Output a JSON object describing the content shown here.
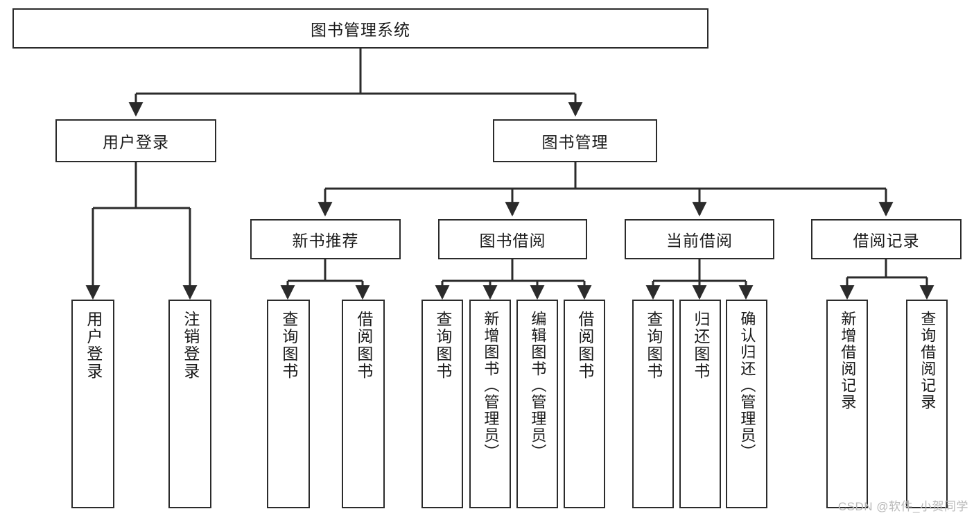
{
  "diagram": {
    "type": "tree-hierarchy",
    "title": "图书管理系统",
    "root": {
      "id": "root",
      "label": "图书管理系统",
      "orientation": "horizontal"
    },
    "level1": [
      {
        "id": "user-login",
        "label": "用户登录",
        "orientation": "horizontal"
      },
      {
        "id": "book-manage",
        "label": "图书管理",
        "orientation": "horizontal"
      }
    ],
    "level2": [
      {
        "id": "new-book-recommend",
        "label": "新书推荐",
        "parent": "book-manage",
        "orientation": "horizontal"
      },
      {
        "id": "book-borrow",
        "label": "图书借阅",
        "parent": "book-manage",
        "orientation": "horizontal"
      },
      {
        "id": "current-borrow",
        "label": "当前借阅",
        "parent": "book-manage",
        "orientation": "horizontal"
      },
      {
        "id": "borrow-record",
        "label": "借阅记录",
        "parent": "book-manage",
        "orientation": "horizontal"
      }
    ],
    "leaves": [
      {
        "id": "leaf-user-login",
        "label": "用户登录",
        "parent": "user-login",
        "orientation": "vertical"
      },
      {
        "id": "leaf-logout-login",
        "label": "注销登录",
        "parent": "user-login",
        "orientation": "vertical"
      },
      {
        "id": "leaf-query-book-1",
        "label": "查询图书",
        "parent": "new-book-recommend",
        "orientation": "vertical"
      },
      {
        "id": "leaf-borrow-book-1",
        "label": "借阅图书",
        "parent": "new-book-recommend",
        "orientation": "vertical"
      },
      {
        "id": "leaf-query-book-2",
        "label": "查询图书",
        "parent": "book-borrow",
        "orientation": "vertical"
      },
      {
        "id": "leaf-add-book-admin",
        "label": "新增图书（管理员）",
        "parent": "book-borrow",
        "orientation": "vertical"
      },
      {
        "id": "leaf-edit-book-admin",
        "label": "编辑图书（管理员）",
        "parent": "book-borrow",
        "orientation": "vertical"
      },
      {
        "id": "leaf-borrow-book-2",
        "label": "借阅图书",
        "parent": "book-borrow",
        "orientation": "vertical"
      },
      {
        "id": "leaf-query-book-3",
        "label": "查询图书",
        "parent": "current-borrow",
        "orientation": "vertical"
      },
      {
        "id": "leaf-return-book",
        "label": "归还图书",
        "parent": "current-borrow",
        "orientation": "vertical"
      },
      {
        "id": "leaf-confirm-return-admin",
        "label": "确认归还（管理员）",
        "parent": "current-borrow",
        "orientation": "vertical"
      },
      {
        "id": "leaf-add-borrow-record",
        "label": "新增借阅记录",
        "parent": "borrow-record",
        "orientation": "vertical"
      },
      {
        "id": "leaf-query-borrow-record",
        "label": "查询借阅记录",
        "parent": "borrow-record",
        "orientation": "vertical"
      }
    ],
    "colors": {
      "stroke": "#2b2b2b",
      "fill": "#ffffff",
      "text": "#1a1a1a",
      "watermark": "#b9b9b9"
    }
  },
  "watermark": {
    "text": "CSDN @软件_小贺同学"
  }
}
